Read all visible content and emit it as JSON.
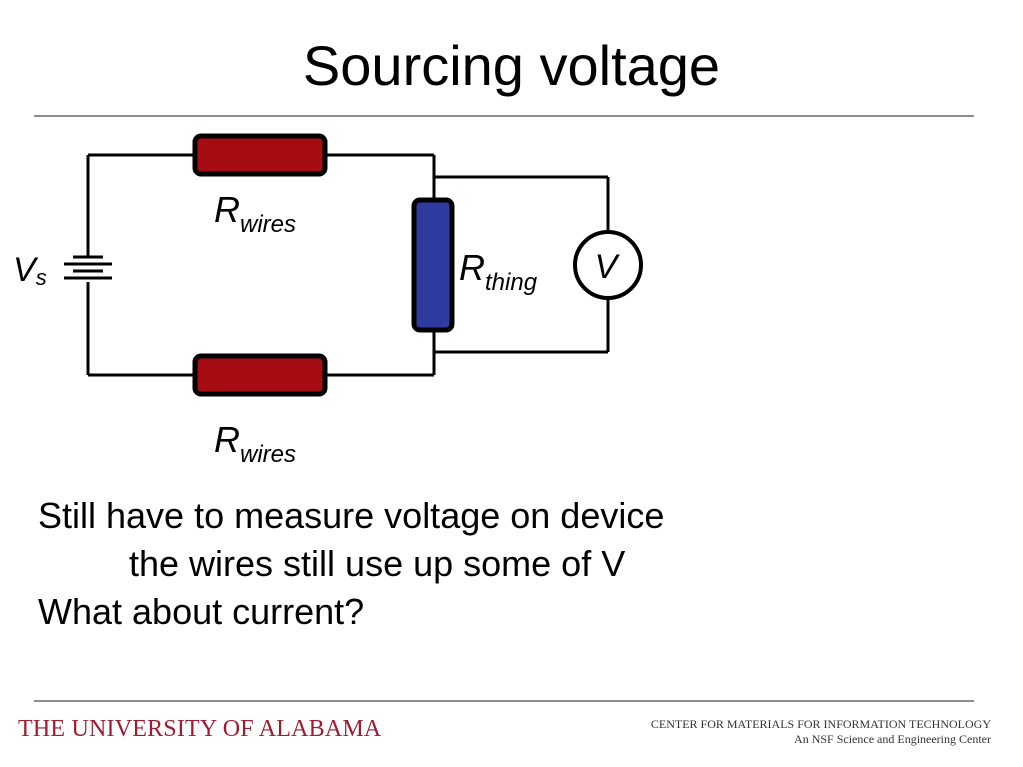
{
  "slide": {
    "title": "Sourcing voltage"
  },
  "circuit": {
    "source_label": {
      "main": "V",
      "sub": "s"
    },
    "resistor_top_label": {
      "main": "R",
      "sub": "wires"
    },
    "resistor_bottom_label": {
      "main": "R",
      "sub": "wires"
    },
    "device_label": {
      "main": "R",
      "sub": "thing"
    },
    "meter_label": "V",
    "colors": {
      "wire_resistor": "#a50d12",
      "device_resistor": "#2e3a9e",
      "wire": "#000000"
    }
  },
  "bullets": [
    "Still have to measure voltage on device",
    "the wires still use up some of V",
    "What about current?"
  ],
  "footer": {
    "university": "THE UNIVERSITY OF ALABAMA",
    "center_line1": "CENTER FOR MATERIALS FOR INFORMATION TECHNOLOGY",
    "center_line2": "An NSF Science and Engineering Center"
  }
}
